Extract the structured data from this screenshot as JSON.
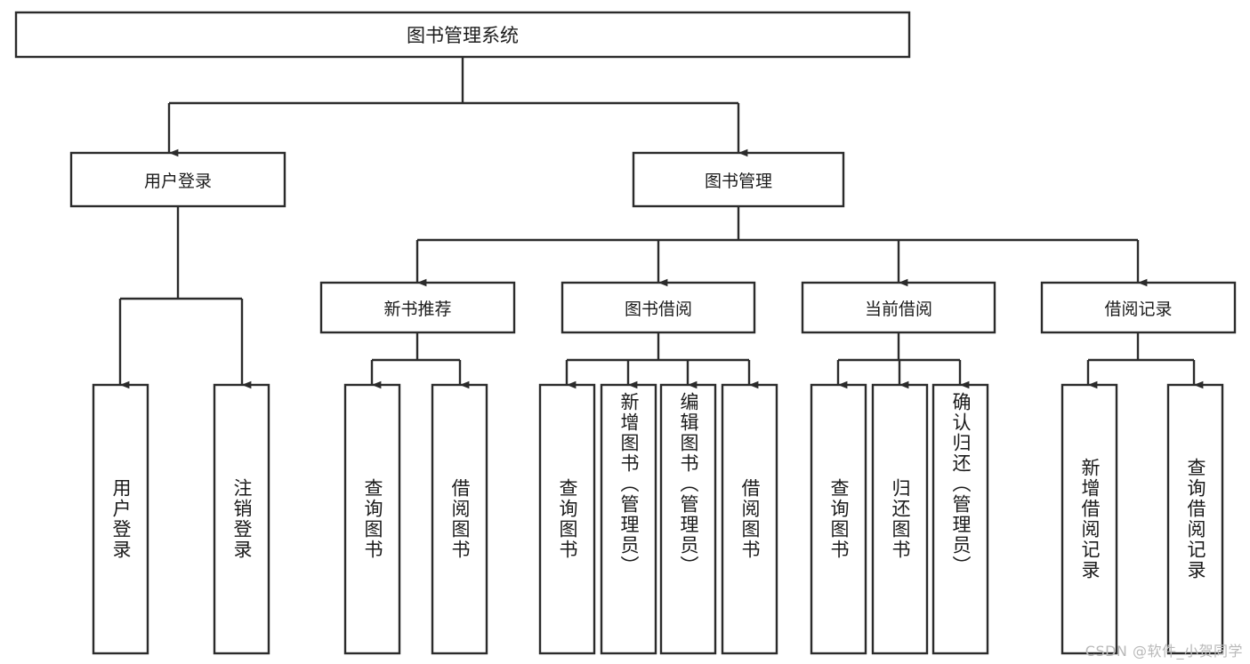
{
  "diagram": {
    "title_node": {
      "label": "图书管理系统"
    },
    "level2": [
      {
        "label": "用户登录"
      },
      {
        "label": "图书管理"
      }
    ],
    "level3": [
      {
        "label": "新书推荐"
      },
      {
        "label": "图书借阅"
      },
      {
        "label": "当前借阅"
      },
      {
        "label": "借阅记录"
      }
    ],
    "leaves": {
      "user_login": [
        {
          "label": "用户登录"
        },
        {
          "label": "注销登录"
        }
      ],
      "new_book_recommend": [
        {
          "label": "查询图书"
        },
        {
          "label": "借阅图书"
        }
      ],
      "book_borrow": [
        {
          "label": "查询图书"
        },
        {
          "label": "新增图书（管理员）"
        },
        {
          "label": "编辑图书（管理员）"
        },
        {
          "label": "借阅图书"
        }
      ],
      "current_borrow": [
        {
          "label": "查询图书"
        },
        {
          "label": "归还图书"
        },
        {
          "label": "确认归还（管理员）"
        }
      ],
      "borrow_record": [
        {
          "label": "新增借阅记录"
        },
        {
          "label": "查询借阅记录"
        }
      ]
    }
  },
  "watermark": {
    "text": "CSDN @软件_小贺同学"
  },
  "colors": {
    "stroke": "#2b2b2b",
    "fill": "#ffffff",
    "text": "#1b1b1b",
    "watermark": "#b9b9b9"
  }
}
